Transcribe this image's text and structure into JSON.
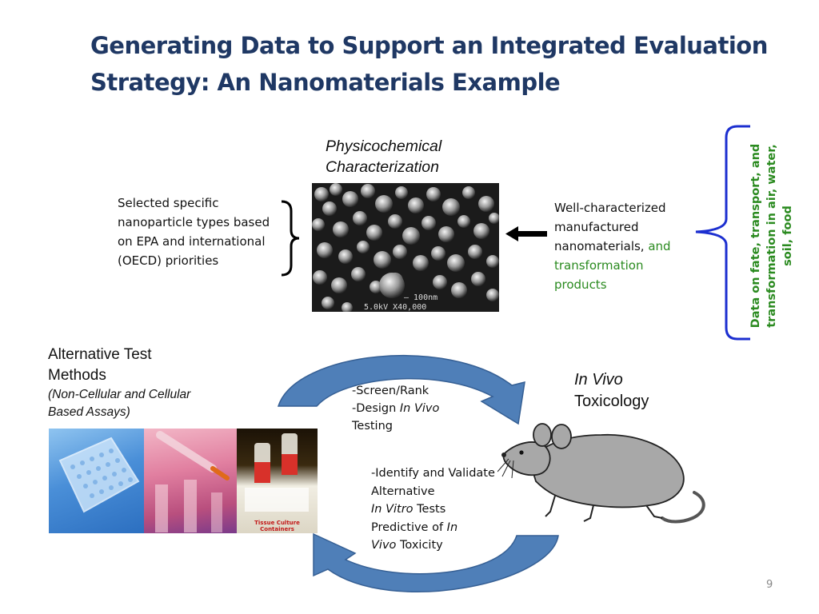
{
  "slide": {
    "title": "Generating Data to Support an Integrated Evaluation Strategy: An Nanomaterials Example",
    "page_number": "9"
  },
  "physchem": {
    "heading": "Physicochemical Characterization",
    "sem_scale": "— 100nm",
    "sem_info": "5.0kV   X40,000"
  },
  "left_note": {
    "text": "Selected specific nanoparticle types based on EPA and international (OECD) priorities"
  },
  "right_note": {
    "text_black": "Well-characterized manufactured nanomaterials,",
    "text_green": "and transformation products"
  },
  "side_bracket": {
    "text": "Data on fate, transport, and transformation in air, water, soil, food",
    "color": "#2a8a1f",
    "bracket_color": "#1c2fd0"
  },
  "alt_methods": {
    "title": "Alternative Test Methods",
    "subtitle": "(Non-Cellular and Cellular Based Assays)",
    "photo_label": "Tissue Culture Containers"
  },
  "in_vivo": {
    "italic": "In Vivo",
    "plain": "Toxicology"
  },
  "cycle": {
    "top_line1": "-Screen/Rank",
    "top_line2_plain": "-Design ",
    "top_line2_italic": "In Vivo",
    "top_line3": "Testing",
    "bottom_line1": "-Identify and Validate",
    "bottom_line2": "Alternative",
    "bottom_line3_italic": "In Vitro",
    "bottom_line3_plain": " Tests",
    "bottom_line4_plain": "Predictive of ",
    "bottom_line4_italic": "In",
    "bottom_line5_italic": "Vivo",
    "bottom_line5_plain": " Toxicity",
    "arrow_color": "#4f7fb8"
  }
}
